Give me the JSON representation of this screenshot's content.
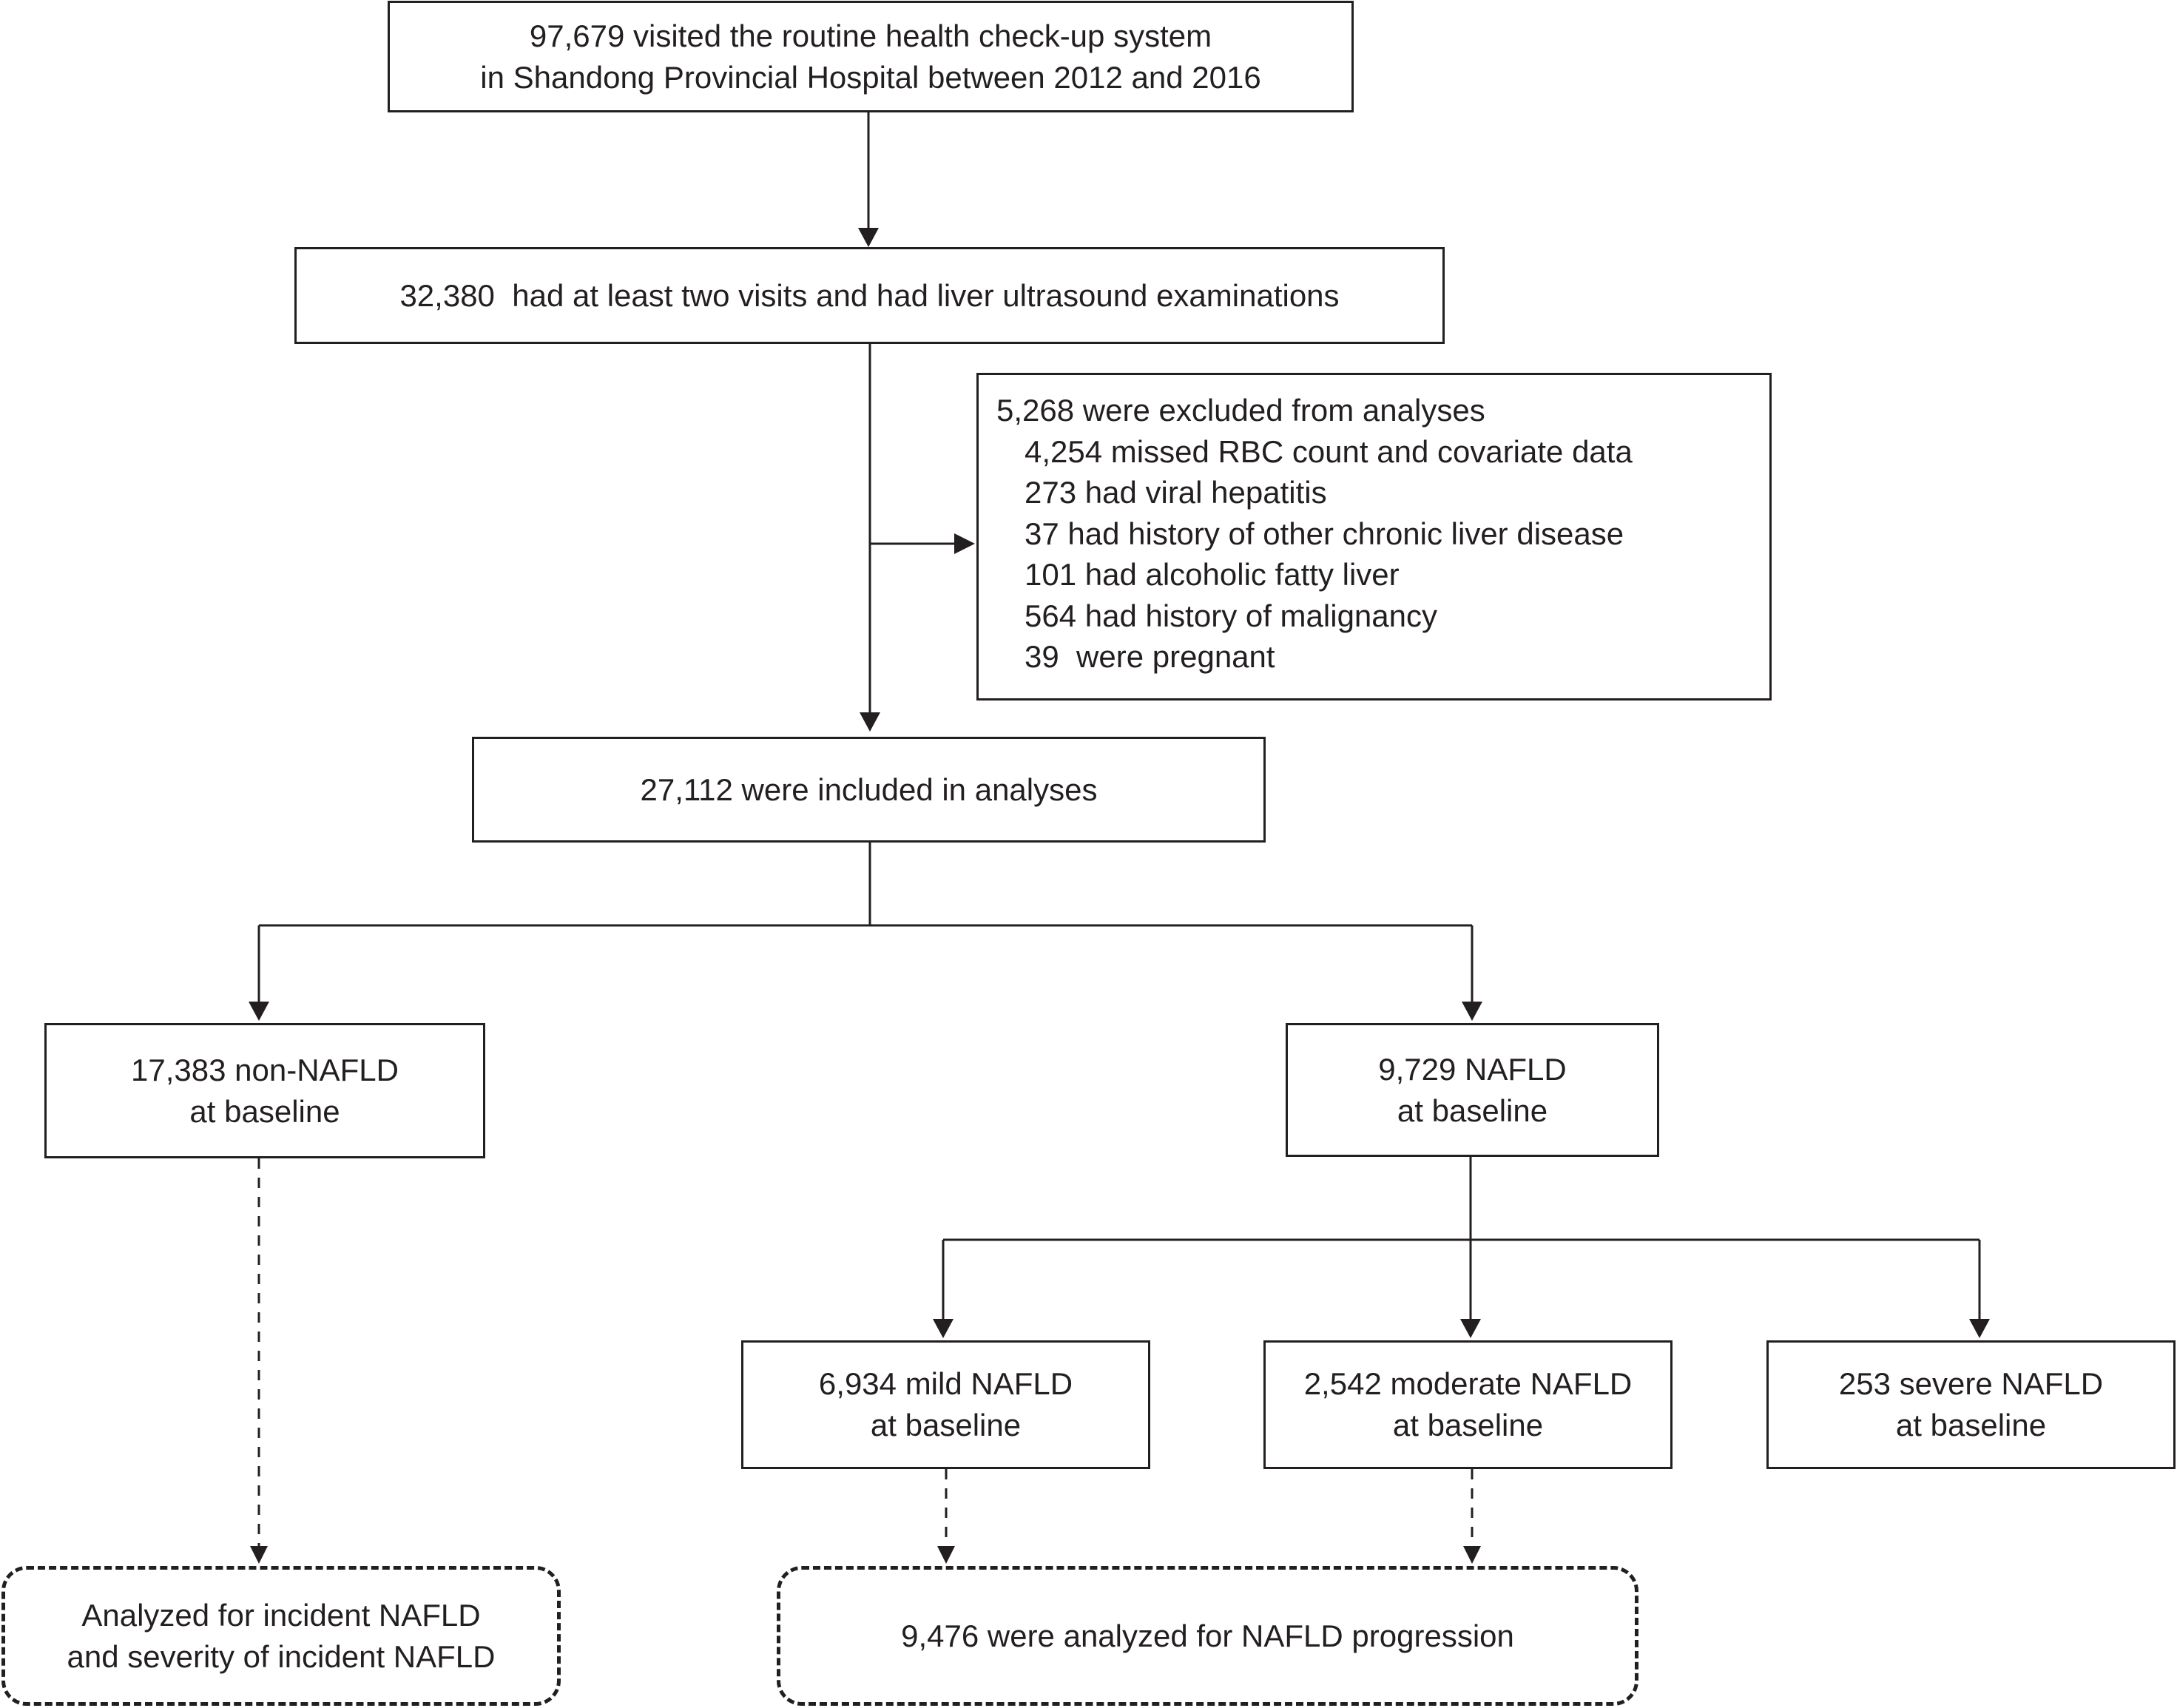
{
  "flowchart": {
    "source_box": {
      "line1": "97,679 visited the routine health check-up system",
      "line2": "in Shandong Provincial Hospital between 2012 and 2016"
    },
    "eligible_box": {
      "text": "32,380  had at least two visits and had liver ultrasound examinations"
    },
    "excluded_box": {
      "heading": "5,268 were excluded from analyses",
      "reasons": [
        "4,254 missed RBC count and covariate data",
        "273 had viral hepatitis",
        "37 had history of other chronic liver disease",
        "101 had alcoholic fatty liver",
        "564 had history of malignancy",
        "39  were pregnant"
      ]
    },
    "included_box": {
      "text": "27,112 were included in analyses"
    },
    "non_nafld_box": {
      "line1": "17,383 non-NAFLD",
      "line2": "at baseline"
    },
    "nafld_box": {
      "line1": "9,729 NAFLD",
      "line2": "at baseline"
    },
    "mild_box": {
      "line1": "6,934 mild NAFLD",
      "line2": "at baseline"
    },
    "moderate_box": {
      "line1": "2,542 moderate NAFLD",
      "line2": "at baseline"
    },
    "severe_box": {
      "line1": "253 severe NAFLD",
      "line2": "at baseline"
    },
    "incident_box": {
      "line1": "Analyzed for incident NAFLD",
      "line2": "and severity of incident NAFLD"
    },
    "progression_box": {
      "text": "9,476 were analyzed for NAFLD progression"
    }
  },
  "colors": {
    "stroke": "#231f20",
    "background": "#ffffff"
  }
}
